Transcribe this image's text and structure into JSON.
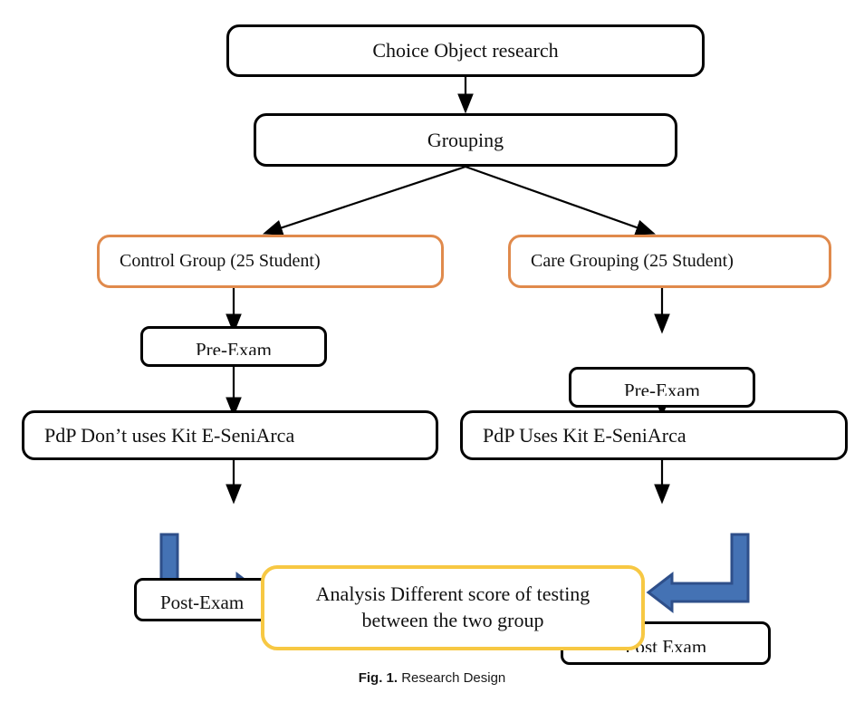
{
  "figure": {
    "caption_label": "Fig. 1.",
    "caption_text": " Research Design"
  },
  "colors": {
    "box_black": "#000000",
    "box_orange": "#E08A4C",
    "box_yellow": "#F7C843",
    "arrow_black": "#000000",
    "arrow_blue_fill": "#4472B4",
    "arrow_blue_stroke": "#2E4F8A",
    "background": "#FFFFFF",
    "text": "#111111"
  },
  "nodes": {
    "choice_object_research": "Choice  Object research",
    "grouping": "Grouping",
    "control_group": "Control Group  (25 Student)",
    "care_grouping": "Care Grouping (25 Student)",
    "pre_exam_left": "Pre-Exam",
    "pre_exam_right": "Pre-Exam",
    "pdp_dont_uses": "PdP Don’t uses  Kit E-SeniArca",
    "pdp_uses": "PdP Uses  Kit E-SeniArca",
    "post_exam_left": "Post-Exam",
    "post_exam_right": "Post Exam",
    "analysis_line1": "Analysis  Different  score of testing",
    "analysis_line2": "between  the two group"
  },
  "edges": [
    {
      "name": "choice-to-grouping",
      "type": "straight-down"
    },
    {
      "name": "grouping-to-control-group",
      "type": "diagonal-left"
    },
    {
      "name": "grouping-to-care-grouping",
      "type": "diagonal-right"
    },
    {
      "name": "control-group-to-pre-exam",
      "type": "straight-down"
    },
    {
      "name": "care-grouping-to-pre-exam",
      "type": "straight-down"
    },
    {
      "name": "pre-exam-to-pdp-dont-uses",
      "type": "straight-down"
    },
    {
      "name": "pre-exam-to-pdp-uses",
      "type": "straight-down"
    },
    {
      "name": "pdp-dont-uses-to-post-exam",
      "type": "straight-down"
    },
    {
      "name": "pdp-uses-to-post-exam",
      "type": "straight-down"
    },
    {
      "name": "post-exam-left-to-analysis",
      "type": "elbow-right-blue"
    },
    {
      "name": "post-exam-right-to-analysis",
      "type": "elbow-left-blue"
    }
  ]
}
